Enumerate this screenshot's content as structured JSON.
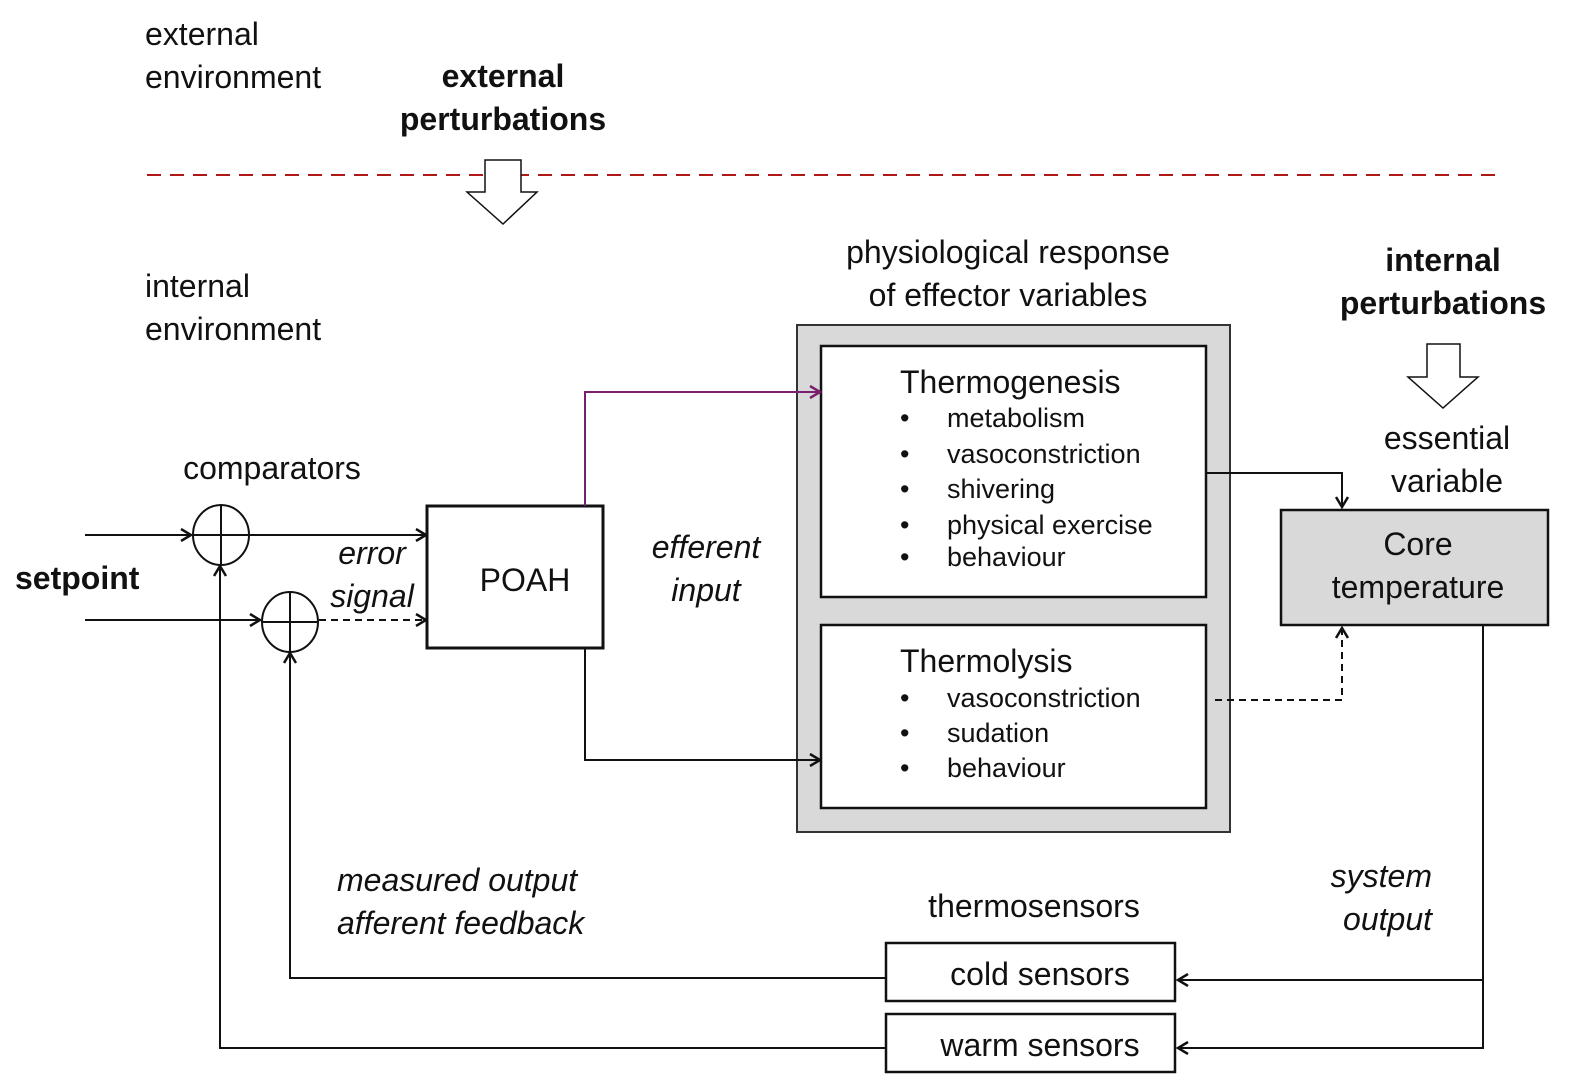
{
  "labels": {
    "external_environment": [
      "external",
      "environment"
    ],
    "external_perturbations": [
      "external",
      "perturbations"
    ],
    "internal_environment": [
      "internal",
      "environment"
    ],
    "physiological_response": [
      "physiological response",
      "of effector variables"
    ],
    "internal_perturbations": [
      "internal",
      "perturbations"
    ],
    "essential_variable": [
      "essential",
      "variable"
    ],
    "comparators": "comparators",
    "setpoint": "setpoint",
    "error_signal": [
      "error",
      "signal"
    ],
    "efferent_input": [
      "efferent",
      "input"
    ],
    "measured_output": [
      "measured output",
      "afferent feedback"
    ],
    "thermosensors": "thermosensors",
    "system_output": [
      "system",
      "output"
    ]
  },
  "blocks": {
    "poah": "POAH",
    "core_temperature": [
      "Core",
      "temperature"
    ],
    "cold_sensors": "cold sensors",
    "warm_sensors": "warm sensors",
    "thermogenesis": {
      "title": "Thermogenesis",
      "items": [
        "metabolism",
        "vasoconstriction",
        "shivering",
        "physical exercise",
        "behaviour"
      ]
    },
    "thermolysis": {
      "title": "Thermolysis",
      "items": [
        "vasoconstriction",
        "sudation",
        "behaviour"
      ]
    },
    "bullet": "•"
  },
  "colors": {
    "boundary": "#b01818",
    "purple_path": "#7a1f6e",
    "effector_panel": "#d9d9d9"
  }
}
